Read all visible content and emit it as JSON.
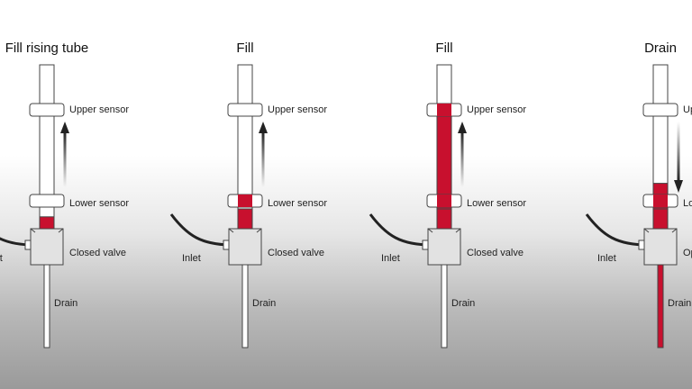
{
  "colors": {
    "liquid": "#c8102e",
    "active_label": "#c8102e",
    "normal_label": "#222222",
    "outline": "#444444"
  },
  "panels": [
    {
      "title": "Fill rising tube",
      "upper_sensor": "Upper sensor",
      "lower_sensor": "Lower sensor",
      "valve": "Closed valve",
      "inlet": "Inlet",
      "drain": "Drain",
      "active": [
        "valve"
      ],
      "arrow": "up",
      "tube_fill_fraction": 0.0,
      "valve_fill_fraction": 0.6,
      "drain_filled": false,
      "sensor_ring_filled": false
    },
    {
      "title": "Fill",
      "upper_sensor": "Upper sensor",
      "lower_sensor": "Lower sensor",
      "valve": "Closed valve",
      "inlet": "Inlet",
      "drain": "Drain",
      "active": [
        "lower"
      ],
      "arrow": "up",
      "tube_fill_fraction": 0.0,
      "valve_fill_fraction": 1.0,
      "drain_filled": false,
      "sensor_ring_filled": true
    },
    {
      "title": "Fill",
      "upper_sensor": "Upper sensor",
      "lower_sensor": "Lower sensor",
      "valve": "Closed valve",
      "inlet": "Inlet",
      "drain": "Drain",
      "active": [
        "upper"
      ],
      "arrow": "up",
      "tube_fill_fraction": 1.0,
      "valve_fill_fraction": 1.0,
      "drain_filled": false,
      "sensor_ring_filled": true
    },
    {
      "title": "Drain",
      "upper_sensor": "Up",
      "lower_sensor": "Lo",
      "valve": "Op",
      "inlet": "Inlet",
      "drain": "Drain",
      "active": [
        "valve"
      ],
      "arrow": "down",
      "tube_fill_fraction": 0.4,
      "valve_fill_fraction": 1.0,
      "drain_filled": true,
      "sensor_ring_filled": true
    }
  ]
}
